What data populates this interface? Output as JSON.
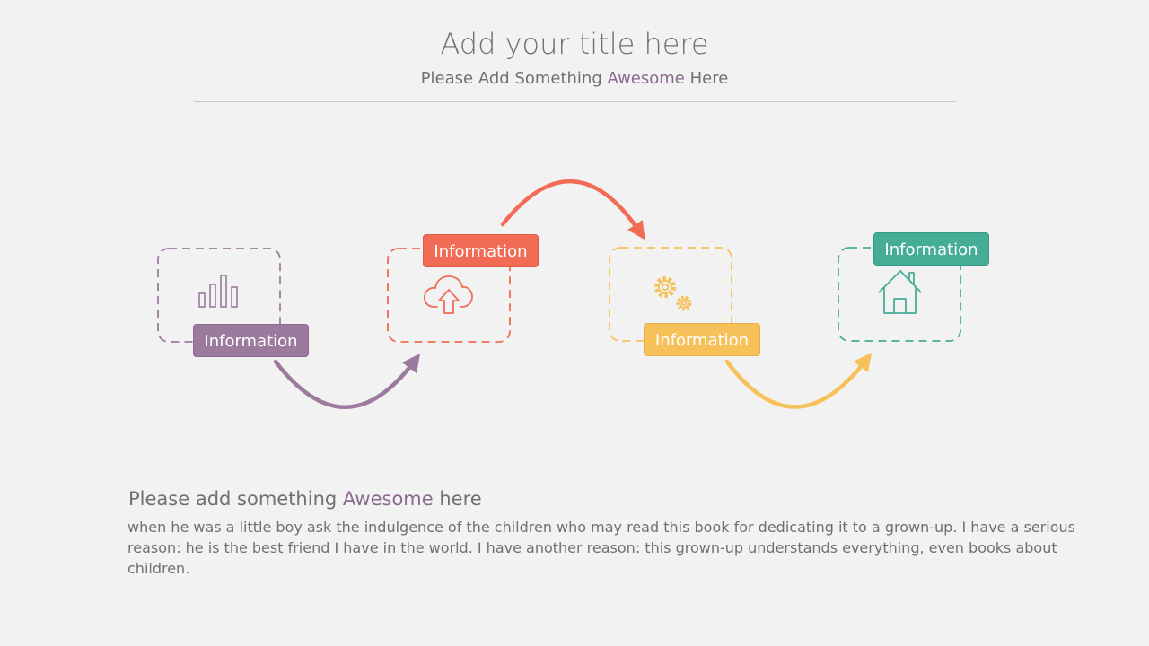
{
  "header": {
    "title": "Add your title here",
    "subtitle_prefix": "Please Add Something ",
    "subtitle_highlight": "Awesome",
    "subtitle_suffix": " Here"
  },
  "steps": [
    {
      "label": "Information",
      "icon": "bar-chart-icon",
      "color": "#9c7a9e"
    },
    {
      "label": "Information",
      "icon": "cloud-upload-icon",
      "color": "#f26b55"
    },
    {
      "label": "Information",
      "icon": "gears-icon",
      "color": "#f7c15a"
    },
    {
      "label": "Information",
      "icon": "house-icon",
      "color": "#45ad96"
    }
  ],
  "footer": {
    "heading_prefix": "Please add something ",
    "heading_highlight": "Awesome",
    "heading_suffix": " here",
    "body": "when he was a little boy ask the indulgence of the children who may read this book for dedicating it to a grown-up. I have a serious reason: he is the best friend I have in the world. I have another reason: this grown-up understands everything, even books about children."
  },
  "colors": {
    "background": "#f2f2f2",
    "text": "#707070",
    "highlight": "#8a6a8e"
  }
}
